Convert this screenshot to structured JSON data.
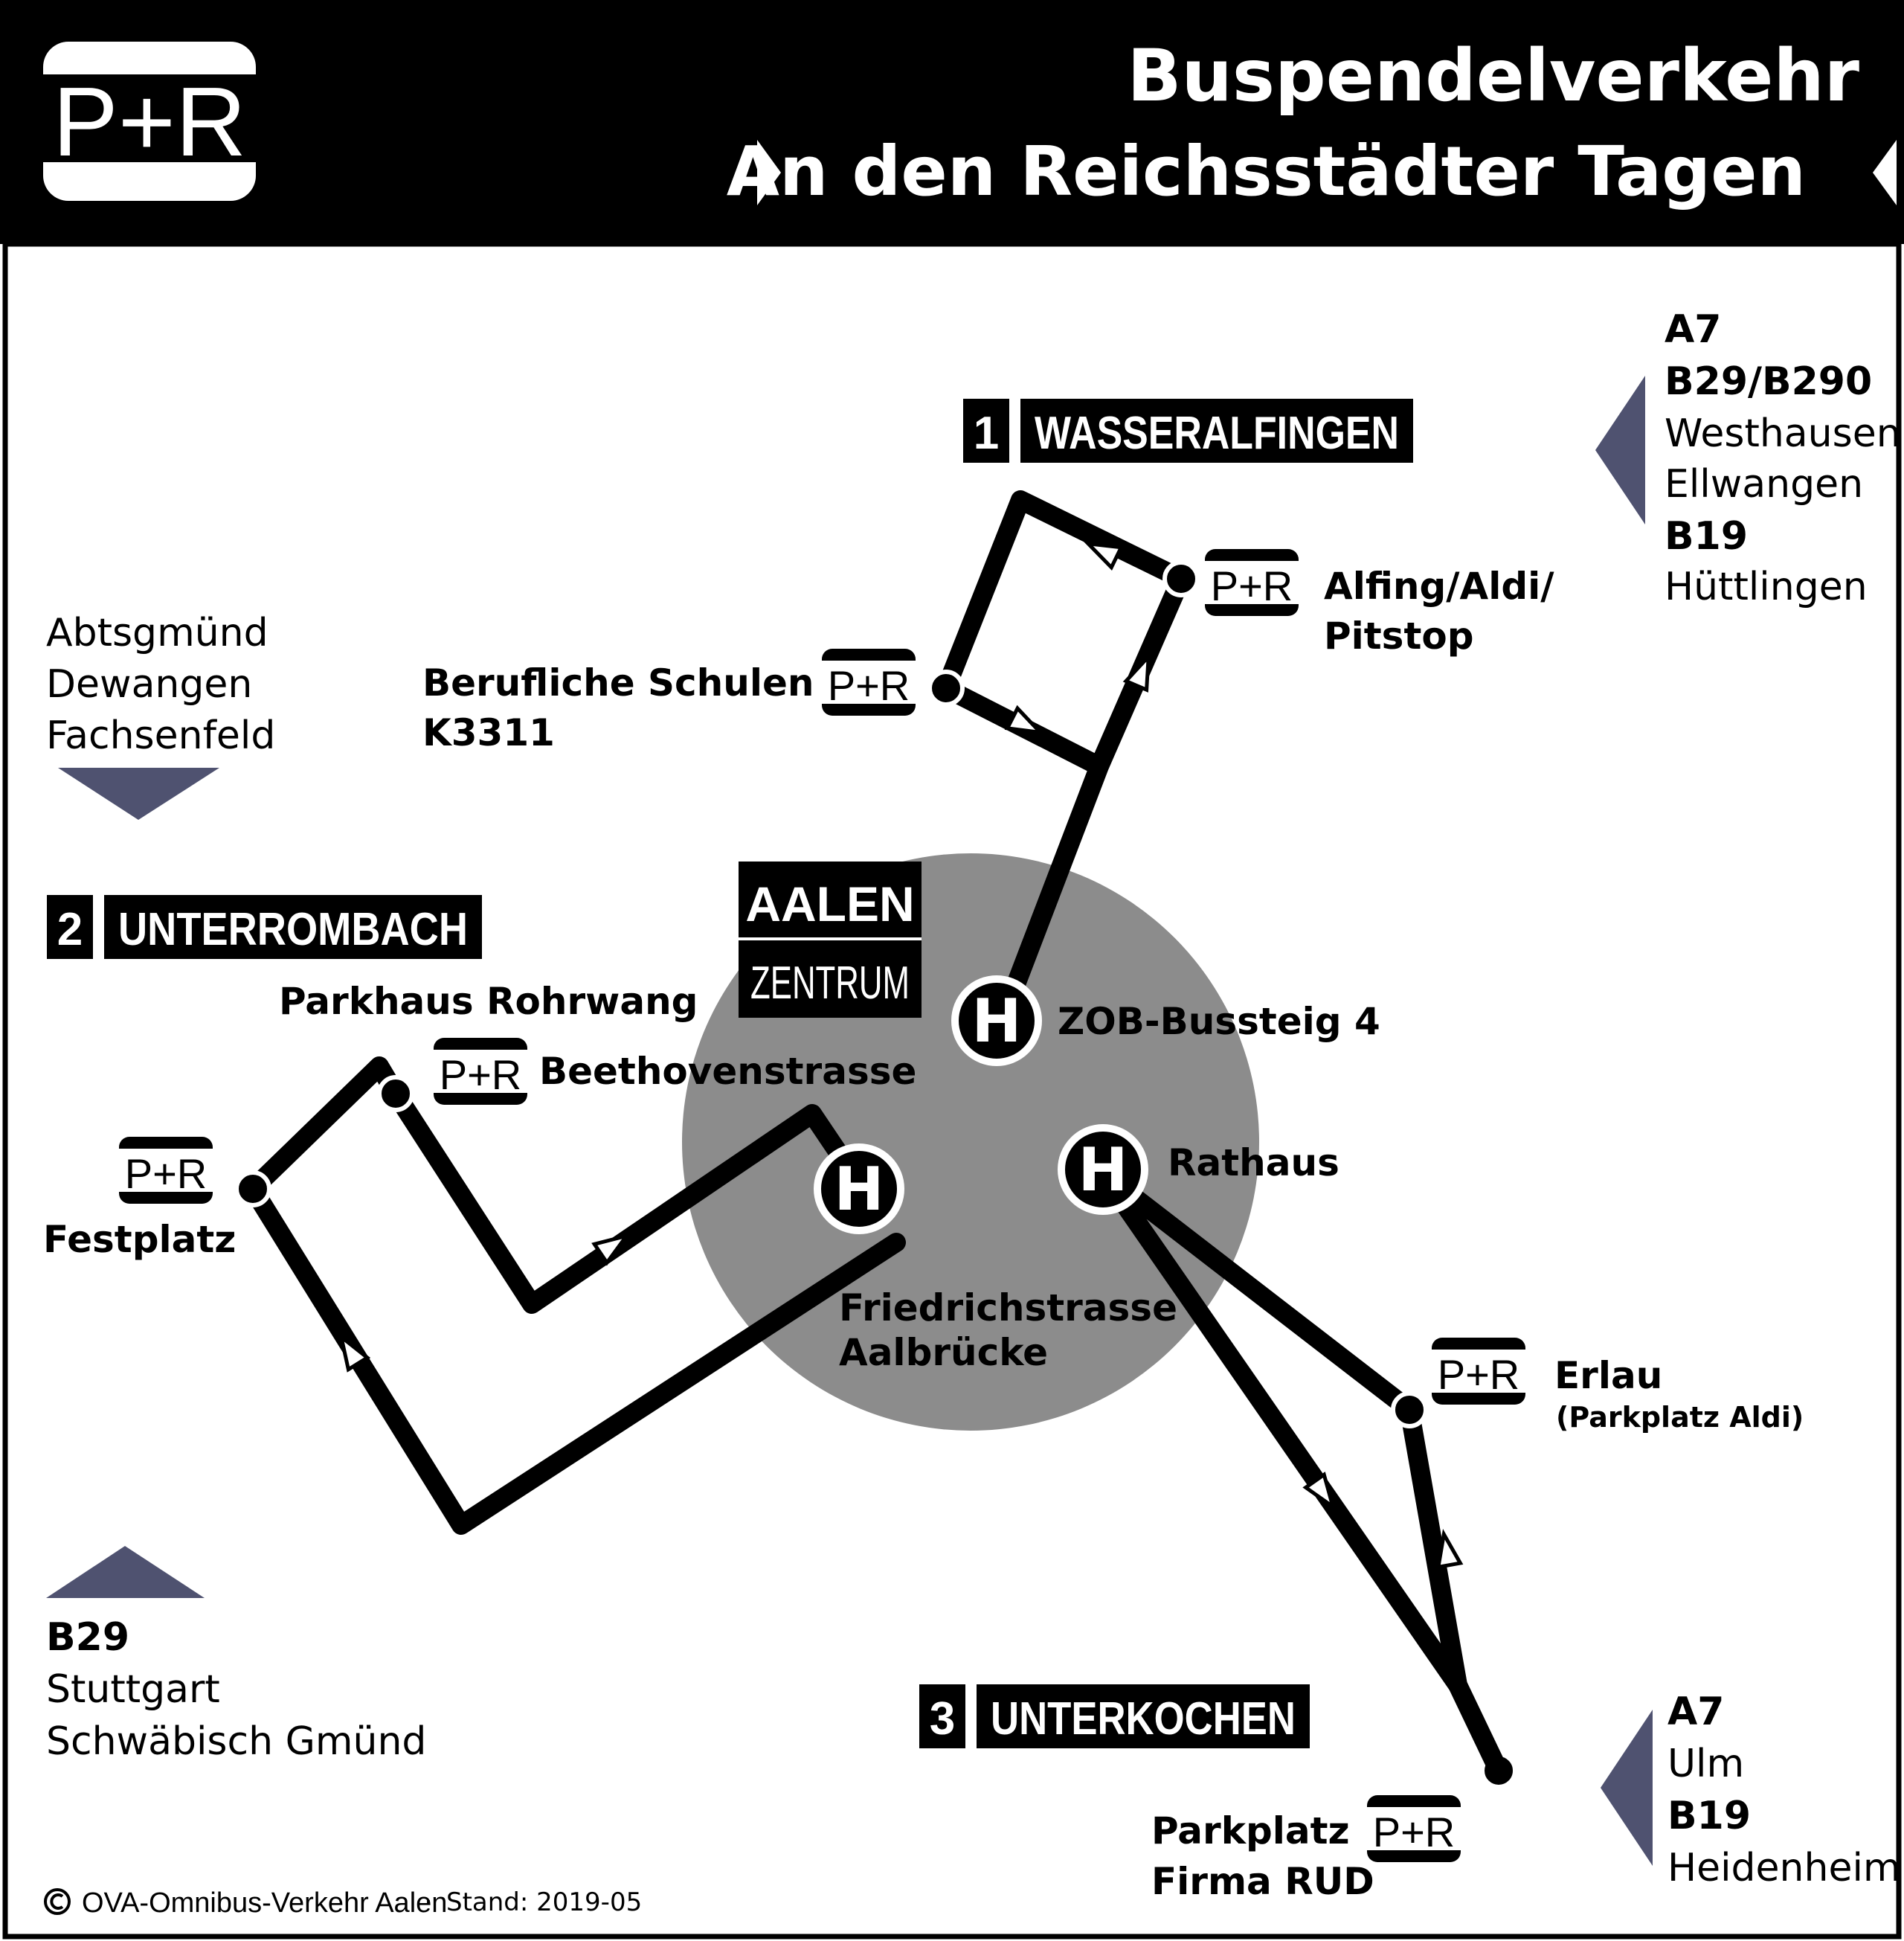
{
  "header": {
    "logo": "P+R",
    "title": "Buspendelverkehr",
    "subtitle": "An den Reichsstädter Tagen"
  },
  "lines": {
    "wasseralfingen": {
      "number": "1",
      "name": "WASSERALFINGEN"
    },
    "unterrombach": {
      "number": "2",
      "name": "UNTERROMBACH"
    },
    "unterkochen": {
      "number": "3",
      "name": "UNTERKOCHEN"
    }
  },
  "center": {
    "line1": "AALEN",
    "line2": "ZENTRUM"
  },
  "pr_label": "P+R",
  "stop_symbol": "H",
  "stops": {
    "alfing_1": "Alfing/Aldi/",
    "alfing_2": "Pitstop",
    "schulen_1": "Berufliche Schulen",
    "schulen_2": "K3311",
    "zob": "ZOB-Bussteig 4",
    "rathaus": "Rathaus",
    "rohrwang": "Parkhaus Rohrwang",
    "beethoven": "Beethovenstrasse",
    "festplatz": "Festplatz",
    "friedrich_1": "Friedrichstrasse",
    "friedrich_2": "Aalbrücke",
    "erlau": "Erlau",
    "erlau_sub": "(Parkplatz Aldi)",
    "rud_1": "Parkplatz",
    "rud_2": "Firma RUD"
  },
  "directions": {
    "ne": [
      "A7",
      "B29/B290",
      "Westhausen",
      "Ellwangen",
      "B19",
      "Hüttlingen"
    ],
    "nw": [
      "Abtsgmünd",
      "Dewangen",
      "Fachsenfeld"
    ],
    "sw": [
      "B29",
      "Stuttgart",
      "Schwäbisch Gmünd"
    ],
    "se": [
      "A7",
      "Ulm",
      "B19",
      "Heidenheim"
    ]
  },
  "footer": {
    "copyright": "OVA-Omnibus-Verkehr Aalen",
    "separator": "·",
    "stand": "Stand: 2019-05"
  },
  "colors": {
    "ink": "#000000",
    "paper": "#ffffff",
    "center_zone": "#8c8c8c",
    "direction_arrow": "#4f5270"
  }
}
